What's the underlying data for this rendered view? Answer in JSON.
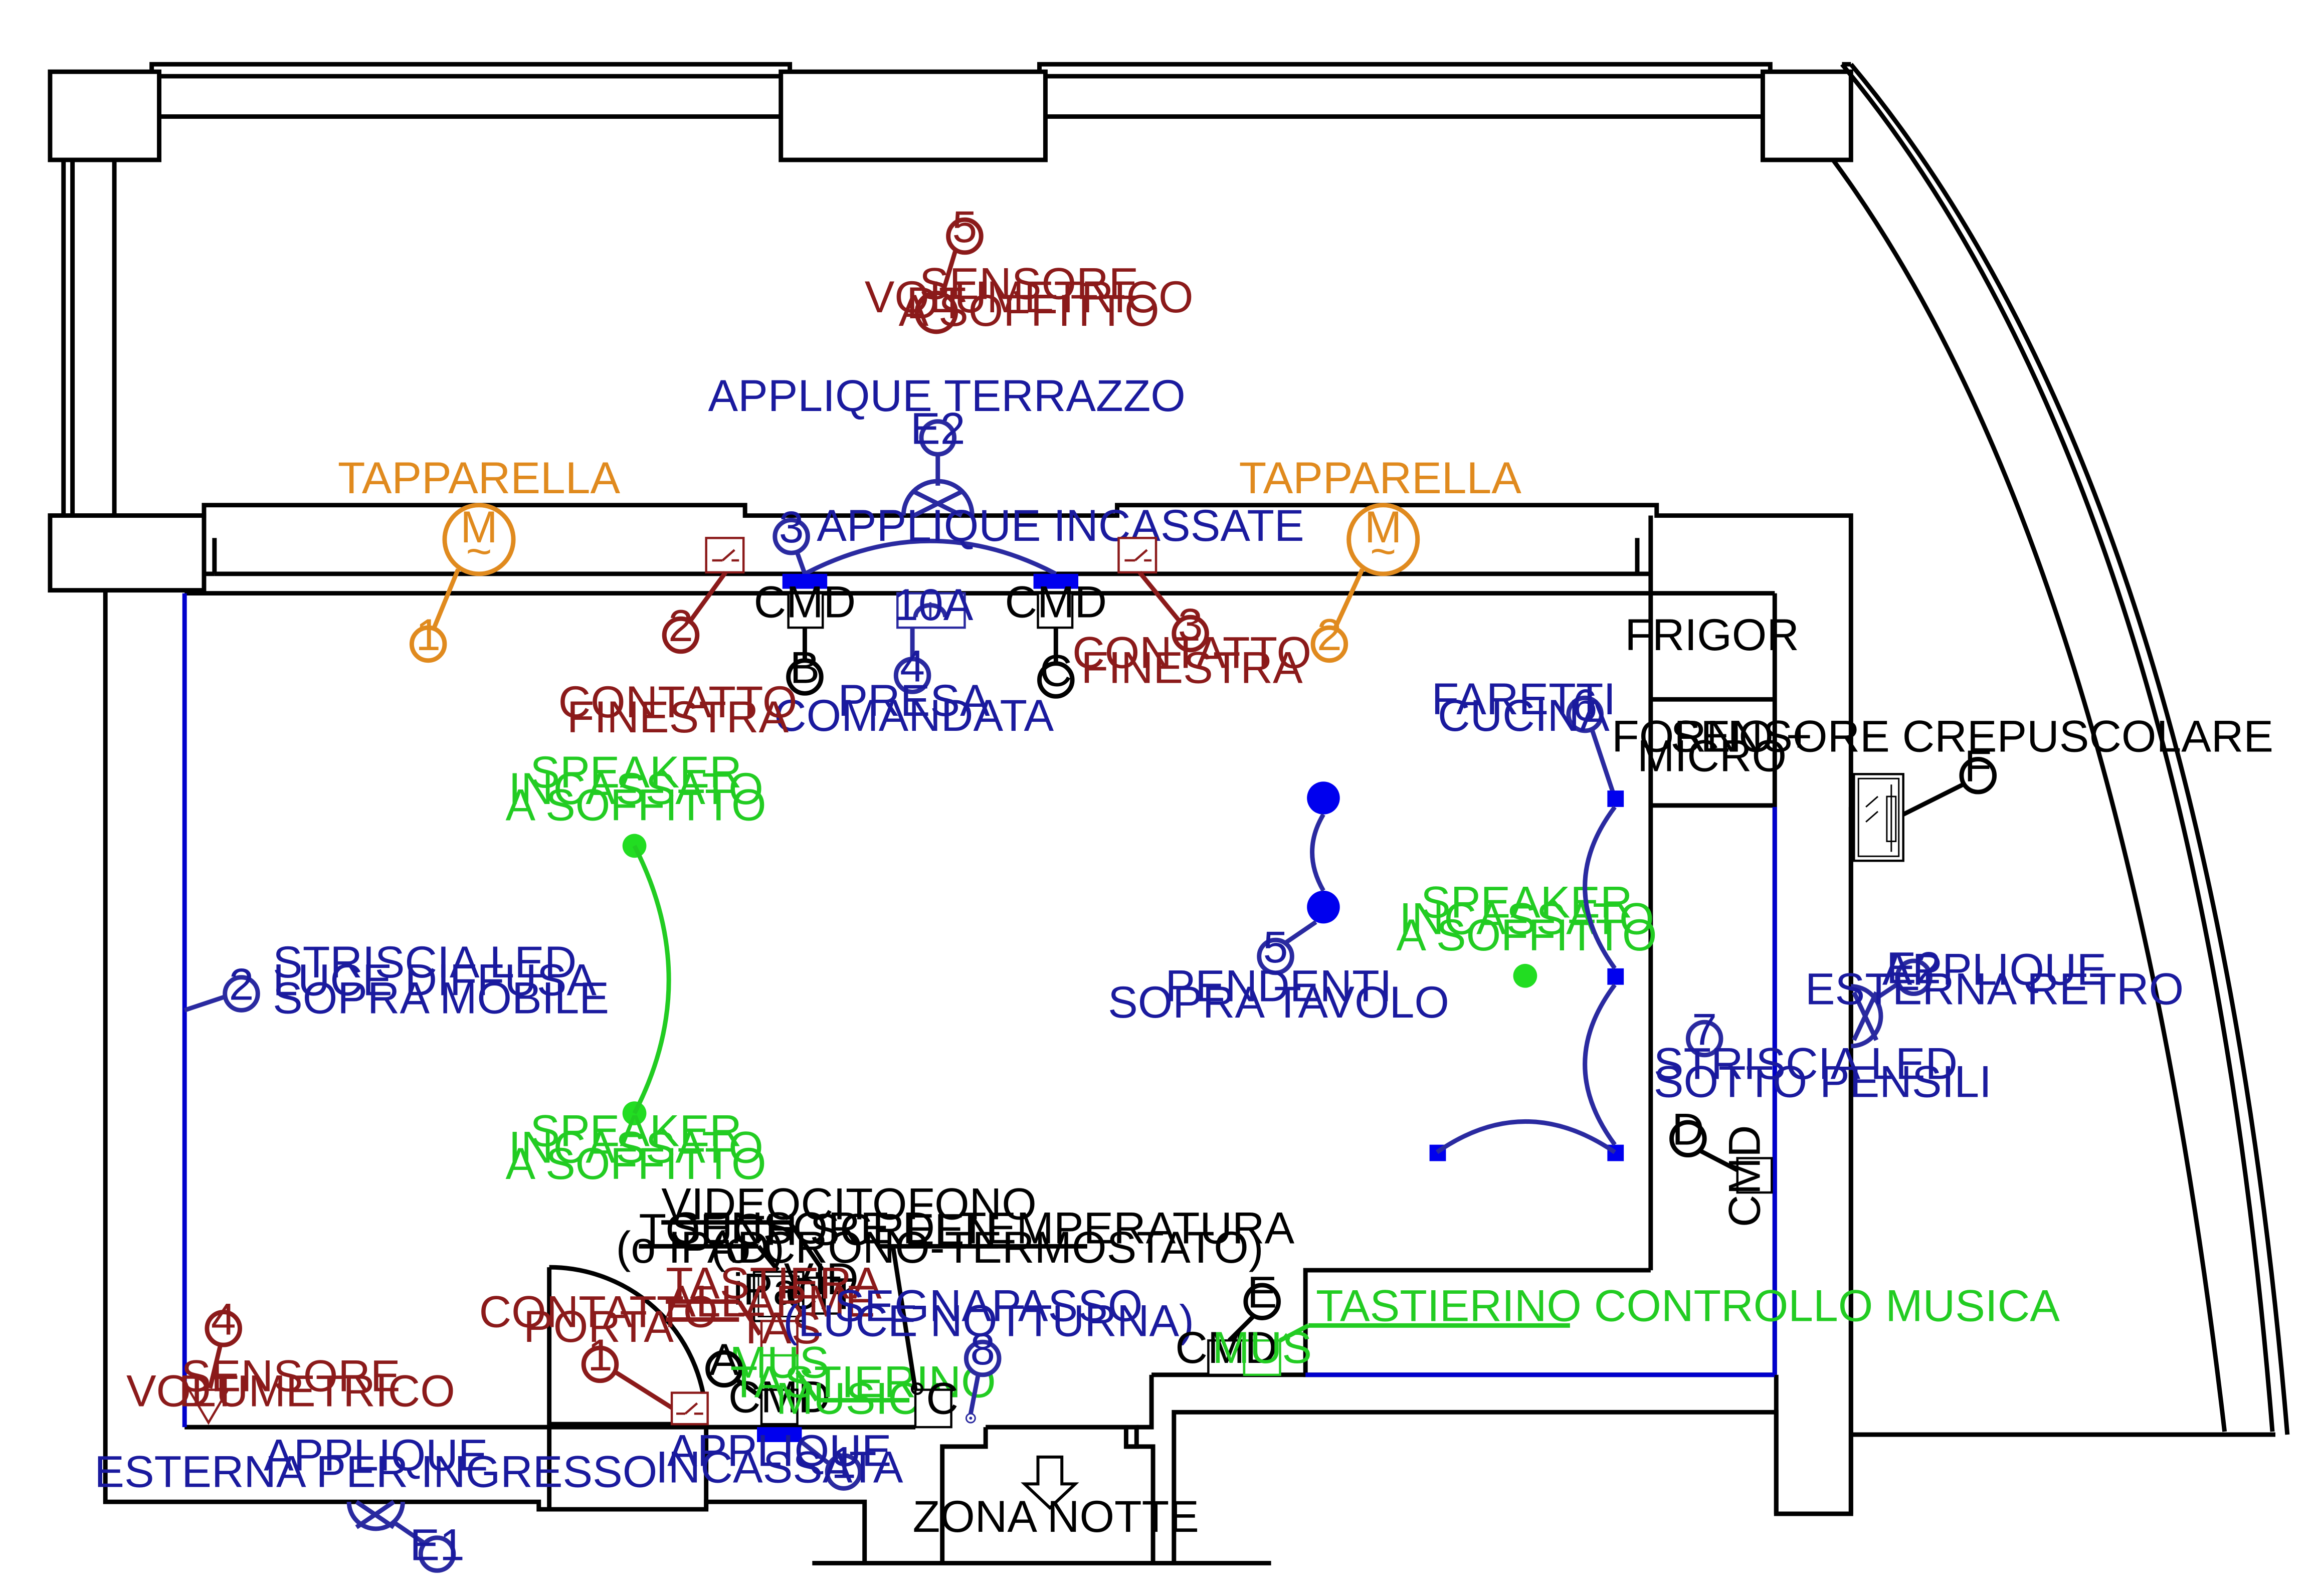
{
  "colors": {
    "blue": "#1a1a9e",
    "red": "#8b1a1a",
    "orange": "#e08a1e",
    "green": "#22cc22",
    "fixture_blue": "#0000ee",
    "black": "#000000"
  },
  "rooms": {
    "frigor": "FRIGOR",
    "forno_1": "FORNO +",
    "forno_2": "MICRO",
    "zona_notte": "ZONA NOTTE"
  },
  "sensors": {
    "volumetrico_soffitto": {
      "id": "5",
      "symbol": "DT",
      "line1": "SENSORE",
      "line2": "VOLUMETRICO",
      "line3": "A SOFFITTO"
    },
    "volumetrico": {
      "id": "4",
      "symbol": "DT",
      "line1": "SENSORE",
      "line2": "VOLUMETRICO"
    },
    "crepuscolare": {
      "id": "F",
      "label": "SENSORE CREPUSCOLARE"
    },
    "temperatura": {
      "line1": "SENSORE DI TEMPERATURA",
      "line2": "(o CRONO-TERMOSTATO)",
      "symbol": "°C"
    }
  },
  "contacts": {
    "finestra_left": {
      "id": "2",
      "line1": "CONTATTO",
      "line2": "FINESTRA"
    },
    "finestra_right": {
      "id": "3",
      "line1": "CONTATTO",
      "line2": "FINESTRA"
    },
    "porta": {
      "id": "1",
      "line1": "CONTATTO",
      "line2": "PORTA"
    }
  },
  "tapparelle": {
    "left": {
      "id": "1",
      "label": "TAPPARELLA",
      "symbol": "M",
      "wave": "~"
    },
    "right": {
      "id": "2",
      "label": "TAPPARELLA",
      "symbol": "M",
      "wave": "~"
    }
  },
  "lights": {
    "applique_terrazzo": {
      "id": "E2",
      "label": "APPLIQUE TERRAZZO"
    },
    "applique_incassate": {
      "id": "3",
      "label": "APPLIQUE INCASSATE"
    },
    "striscia_led": {
      "id": "2",
      "line1": "STRISCIA LED",
      "line2": "LUCE DIFFUSA",
      "line3": "SOPRA MOBILE"
    },
    "pendenti": {
      "id": "5",
      "line1": "PENDENTI",
      "line2": "SOPRA TAVOLO"
    },
    "faretti": {
      "id": "6",
      "line1": "FARETTI",
      "line2": "CUCINA"
    },
    "striscia_pensili": {
      "id": "7",
      "line1": "STRISCIA LED",
      "line2": "SOTTO PENSILI"
    },
    "applique_retro": {
      "id": "E2",
      "line1": "APPLIQUE",
      "line2": "ESTERNA RETRO"
    },
    "applique_ingresso": {
      "id": "E1",
      "line1": "APPLIQUE",
      "line2": "ESTERNA PER INGRESSO"
    },
    "applique_incassata": {
      "id": "1",
      "line1": "APPLIQUE",
      "line2": "INCASSATA"
    },
    "segnapasso": {
      "id": "8",
      "line1": "SEGNAPASSO",
      "line2": "(LUCE NOTTURNA)"
    }
  },
  "presa": {
    "id": "4",
    "line1": "PRESA",
    "line2": "COMANDATA",
    "rating": "10A"
  },
  "speakers": {
    "top": {
      "line1": "SPEAKER",
      "line2": "INCASSATO",
      "line3": "A SOFFITTO"
    },
    "bottom": {
      "line1": "SPEAKER",
      "line2": "INCASSATO",
      "line3": "A SOFFITTO"
    },
    "right": {
      "line1": "SPEAKER",
      "line2": "INCASSATO",
      "line3": "A SOFFITTO"
    }
  },
  "commands": {
    "cmd_label": "CMD",
    "B": "B",
    "C": "C",
    "D": "D",
    "E": "E",
    "A": "A"
  },
  "devices": {
    "videocitofono": "VIDEOCITOFONO",
    "touch_1": "TOUCH SCREEN",
    "touch_2": "(o IPAD)",
    "ipad": "iPad",
    "vid1": "VID",
    "vid2": "CIT",
    "tastiera_1": "TASTIERA",
    "tastiera_2": "ALLARME",
    "tas": "TAS",
    "mus": "MUS",
    "tastierino_1": "TASTIERINO",
    "tastierino_2": "MUSICA",
    "tastierino_controllo": "TASTIERINO CONTROLLO MUSICA"
  }
}
